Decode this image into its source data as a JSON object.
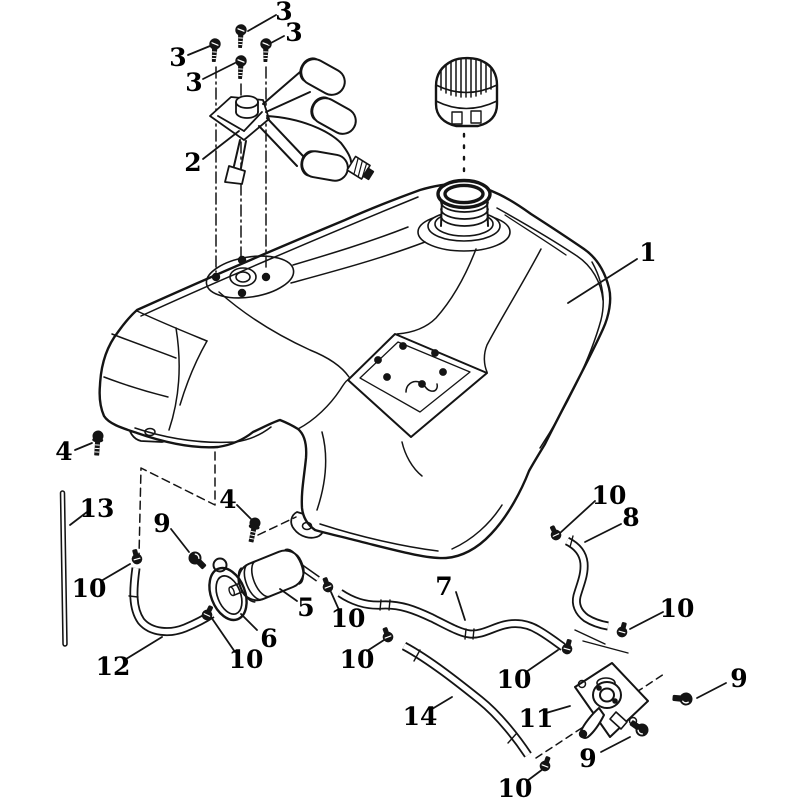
{
  "figure": {
    "type": "exploded-parts-diagram",
    "subject": "fuel-tank-assembly"
  },
  "style": {
    "line_color": "#141414",
    "background": "#ffffff",
    "label_color": "#000000"
  },
  "callouts": [
    {
      "text": "3"
    },
    {
      "text": "3"
    },
    {
      "text": "3"
    },
    {
      "text": "3"
    },
    {
      "text": "2"
    },
    {
      "text": "1"
    },
    {
      "text": "4"
    },
    {
      "text": "4"
    },
    {
      "text": "13"
    },
    {
      "text": "9"
    },
    {
      "text": "10"
    },
    {
      "text": "8"
    },
    {
      "text": "10"
    },
    {
      "text": "5"
    },
    {
      "text": "7"
    },
    {
      "text": "10"
    },
    {
      "text": "10"
    },
    {
      "text": "6"
    },
    {
      "text": "10"
    },
    {
      "text": "10"
    },
    {
      "text": "12"
    },
    {
      "text": "10"
    },
    {
      "text": "9"
    },
    {
      "text": "11"
    },
    {
      "text": "14"
    },
    {
      "text": "9"
    },
    {
      "text": "10"
    }
  ]
}
